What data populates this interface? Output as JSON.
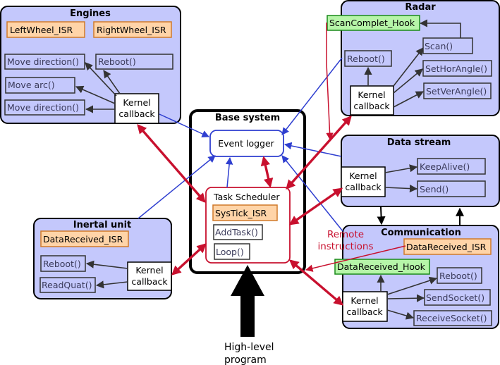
{
  "engines": {
    "title": "Engines",
    "left_isr": "LeftWheel_ISR",
    "right_isr": "RightWheel_ISR",
    "move_direction_1": "Move direction()",
    "move_arc": "Move arc()",
    "move_direction_2": "Move direction()",
    "reboot": "Reboot()",
    "kernel_line1": "Kernel",
    "kernel_line2": "callback"
  },
  "radar": {
    "title": "Radar",
    "scan_hook": "ScanComplet_Hook",
    "reboot": "Reboot()",
    "scan": "Scan()",
    "set_hor": "SetHorAngle()",
    "set_ver": "SetVerAngle()",
    "kernel_line1": "Kernel",
    "kernel_line2": "callback"
  },
  "base": {
    "title": "Base system",
    "event_logger": "Event logger",
    "task_scheduler": "Task Scheduler",
    "systick": "SysTick_ISR",
    "add_task": "AddTask()",
    "loop": "Loop()"
  },
  "data_stream": {
    "title": "Data stream",
    "keep_alive": "KeepAlive()",
    "send": "Send()",
    "kernel_line1": "Kernel",
    "kernel_line2": "callback"
  },
  "inertial": {
    "title": "Inertal unit",
    "data_isr": "DataReceived_ISR",
    "reboot": "Reboot()",
    "read_quat": "ReadQuat()",
    "kernel_line1": "Kernel",
    "kernel_line2": "callback"
  },
  "communication": {
    "title": "Communication",
    "data_isr": "DataReceived_ISR",
    "data_hook": "DataReceived_Hook",
    "reboot": "Reboot()",
    "send_socket": "SendSocket()",
    "receive_socket": "ReceiveSocket()",
    "kernel_line1": "Kernel",
    "kernel_line2": "callback"
  },
  "remote": {
    "line1": "Remote",
    "line2": "instructions"
  },
  "program": {
    "line1": "High-level",
    "line2": "program"
  },
  "colors": {
    "module_fill": "#c4c8fc",
    "isr_fill": "#ffd4a8",
    "hook_fill": "#b6f5a8",
    "red": "#c8102e",
    "blue": "#2f3fd0"
  }
}
